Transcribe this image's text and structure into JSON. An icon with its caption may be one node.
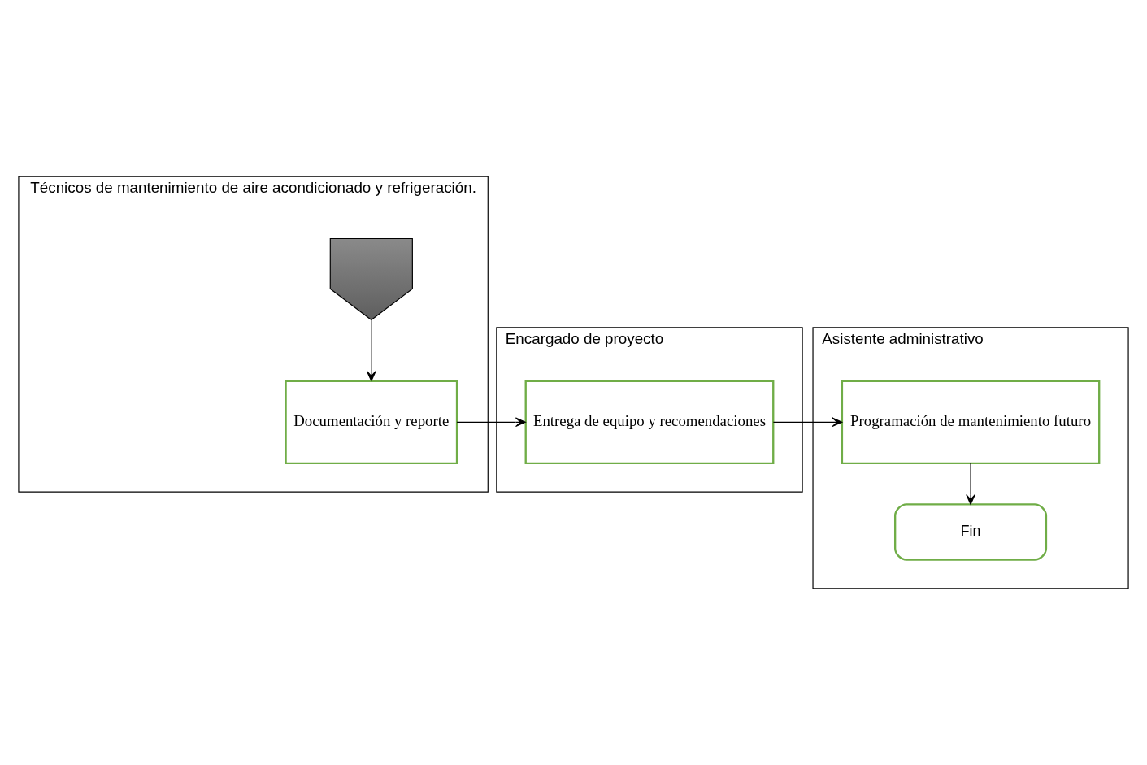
{
  "diagram": {
    "nodes": [
      {
        "text": [
          "Técnicos de mantenimiento de aire acondicionado y refrigeración."
        ]
      },
      {
        "text": [],
        "shape": "pentagon",
        "in": 0
      },
      {
        "text": [
          "Documentación y reporte"
        ],
        "in": 0
      },
      {
        "text": [
          "Encargado de proyecto"
        ]
      },
      {
        "text": [
          "Entrega de equipo y recomendaciones"
        ],
        "in": 3
      },
      {
        "text": [
          "Asistente administrativo"
        ]
      },
      {
        "text": [
          "Programación de mantenimiento futuro"
        ],
        "in": 5
      },
      {
        "text": [
          "Fin"
        ],
        "in": 5
      }
    ],
    "edges": [
      {
        "from": 1,
        "to": 2,
        "arrow": "to"
      },
      {
        "from": 2,
        "to": 4,
        "arrow": "to"
      },
      {
        "from": 4,
        "to": 6,
        "arrow": "to"
      },
      {
        "from": 6,
        "to": 7,
        "arrow": "to"
      }
    ]
  }
}
